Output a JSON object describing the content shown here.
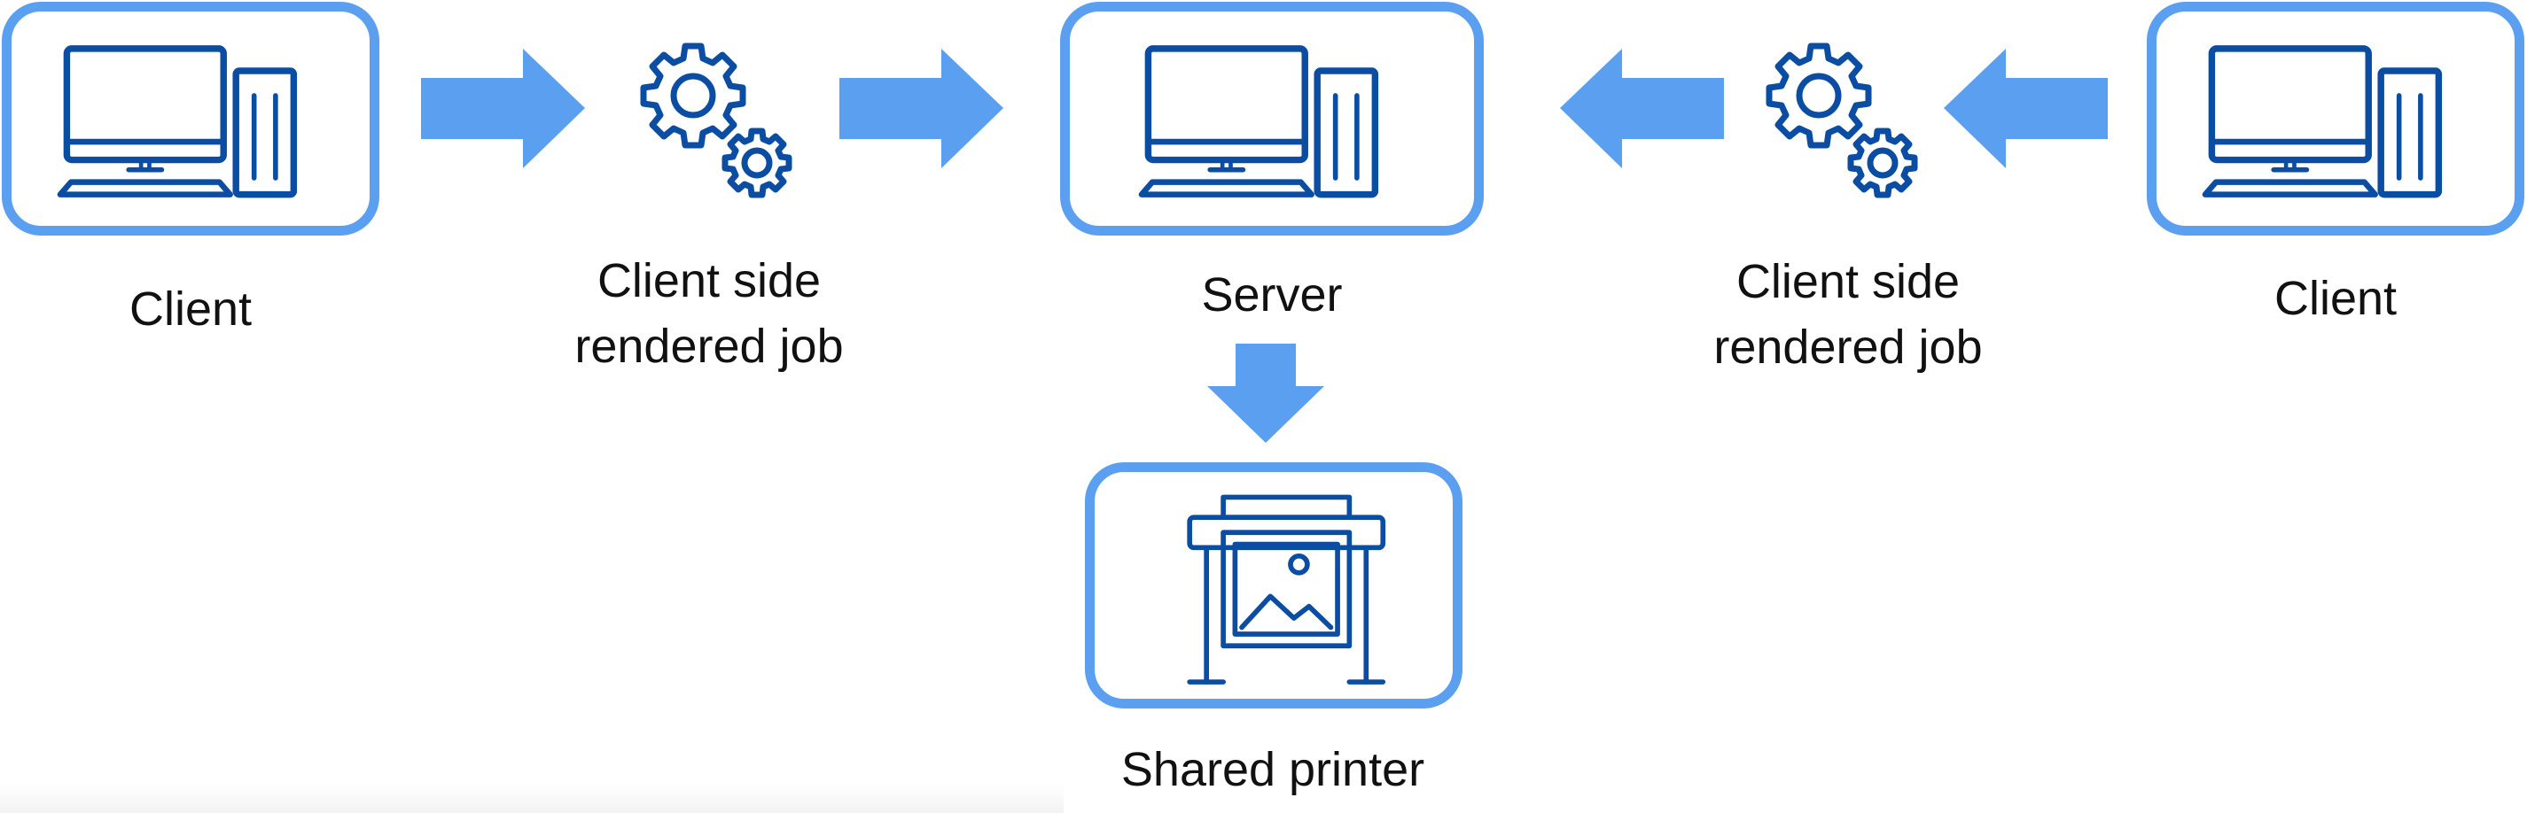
{
  "diagram": {
    "colors": {
      "box_border": "#5b9ff0",
      "arrow": "#5b9ff0",
      "icon_stroke": "#0b4da2",
      "text": "#111111"
    },
    "nodes": [
      {
        "id": "client-left",
        "label": "Client",
        "icon": "desktop-computer-icon"
      },
      {
        "id": "server",
        "label": "Server",
        "icon": "desktop-computer-icon"
      },
      {
        "id": "client-right",
        "label": "Client",
        "icon": "desktop-computer-icon"
      },
      {
        "id": "shared-printer",
        "label": "Shared printer",
        "icon": "printer-icon"
      }
    ],
    "steps": [
      {
        "id": "job-left",
        "label_line1": "Client side",
        "label_line2": "rendered job",
        "icon": "gears-icon"
      },
      {
        "id": "job-right",
        "label_line1": "Client side",
        "label_line2": "rendered job",
        "icon": "gears-icon"
      }
    ],
    "flow": [
      {
        "from": "client-left",
        "to": "job-left",
        "direction": "right"
      },
      {
        "from": "job-left",
        "to": "server",
        "direction": "right"
      },
      {
        "from": "client-right",
        "to": "job-right",
        "direction": "left"
      },
      {
        "from": "job-right",
        "to": "server",
        "direction": "left"
      },
      {
        "from": "server",
        "to": "shared-printer",
        "direction": "down"
      }
    ]
  }
}
